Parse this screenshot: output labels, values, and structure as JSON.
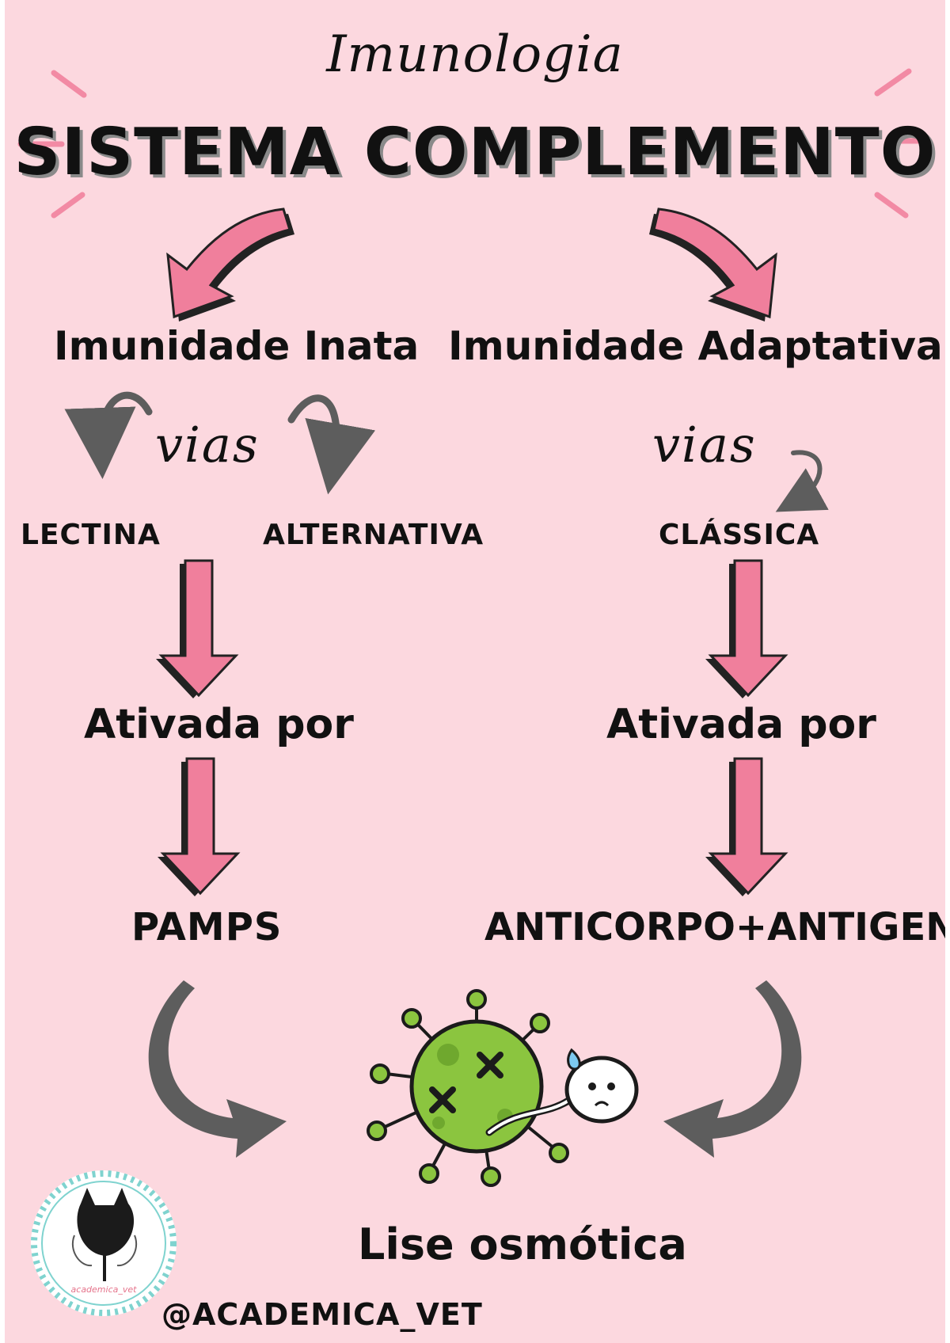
{
  "header": {
    "subtitle": "Imunologia",
    "title": "SISTEMA COMPLEMENTO"
  },
  "branches": [
    {
      "name": "Imunidade Inata",
      "vias_label": "vias",
      "pathways": [
        "LECTINA",
        "ALTERNATIVA"
      ],
      "activated_label": "Ativada por",
      "trigger": "PAMPS"
    },
    {
      "name": "Imunidade Adaptativa",
      "vias_label": "vias",
      "pathways": [
        "CLÁSSICA"
      ],
      "activated_label": "Ativada por",
      "trigger": "ANTICORPO+ANTIGENO"
    }
  ],
  "result": "Lise osmótica",
  "footer": {
    "handle": "@ACADEMICA_VET",
    "badge_text": "academica_vet"
  },
  "colors": {
    "background": "#fcd8df",
    "arrow_pink": "#f07f9c",
    "arrow_gray": "#5d5d5d",
    "virus_green": "#8bc53f",
    "badge_ring": "#7fd3cf"
  },
  "icons": [
    "sparkle-lines",
    "curved-arrow",
    "down-arrow",
    "virus-icon",
    "antibody-icon",
    "cat-logo"
  ]
}
